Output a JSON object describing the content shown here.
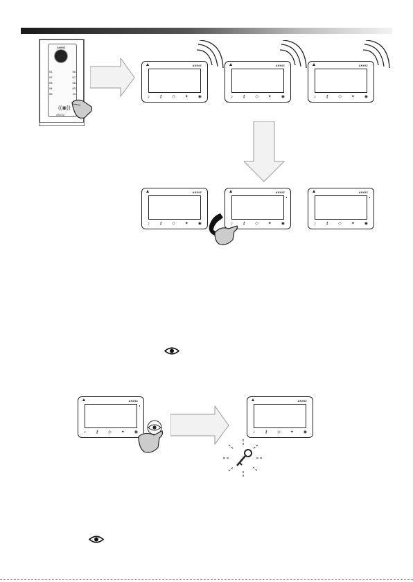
{
  "header_bar": {
    "style": "gradient-dark-to-light"
  },
  "door_panel": {
    "label_top": "ANGIZ",
    "label_bottom": "ANGIZ",
    "buttons": [
      {
        "left": "01",
        "right": "06"
      },
      {
        "left": "02",
        "right": "07"
      },
      {
        "left": "03",
        "right": "08"
      },
      {
        "left": "04",
        "right": "09"
      },
      {
        "left": "05",
        "right": "10"
      }
    ]
  },
  "monitor": {
    "brand": "ANGIZ",
    "button_icons": [
      "♪",
      "⚷",
      "◇",
      "✦",
      "◉"
    ]
  },
  "icons": {
    "eye_icon_1": "eye-icon",
    "eye_icon_2": "eye-icon",
    "handset": "handset-icon",
    "key": "key-icon",
    "hand": "hand-pointer-icon"
  },
  "colors": {
    "line": "#222222",
    "arrow_fill": "#f2f2f2",
    "arrow_stroke": "#888888"
  }
}
